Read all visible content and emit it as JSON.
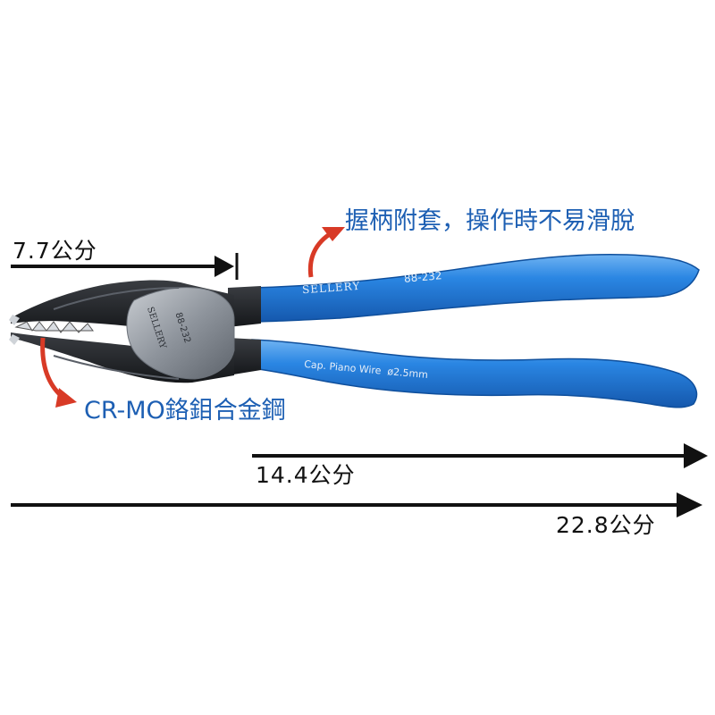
{
  "dimensions": {
    "head_length": "7.7公分",
    "handle_length": "14.4公分",
    "total_length": "22.8公分"
  },
  "callouts": {
    "handle_grip": "握柄附套，操作時不易滑脫",
    "jaw_material": "CR-MO鉻鉬合金鋼"
  },
  "tool_markings": {
    "brand": "SELLERY",
    "model_upper": "88-232",
    "model_head": "88-232",
    "brand_head": "SELLERY",
    "spec": "Cap. Piano Wire  ø2.5mm"
  },
  "colors": {
    "handle_blue": "#1e73d6",
    "callout_text": "#1d5fb3",
    "arrow_red": "#d83a26",
    "steel": "#8e949c",
    "line_black": "#111111"
  }
}
